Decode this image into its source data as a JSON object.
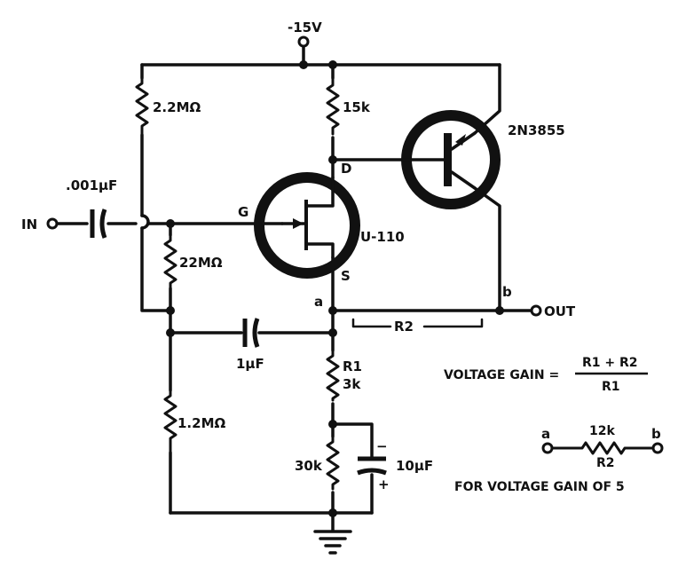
{
  "labels": {
    "supply": "-15V",
    "input": "IN",
    "output": "OUT",
    "c_in": ".001μF",
    "r_22m_top": "2.2MΩ",
    "r_22m": "22MΩ",
    "r_12m": "1.2MΩ",
    "c_1u": "1μF",
    "r_15k": "15k",
    "q_bjt": "2N3855",
    "q_fet": "U-110",
    "gate": "G",
    "drain": "D",
    "source": "S",
    "node_a": "a",
    "node_b": "b",
    "r2": "R2",
    "r1_name": "R1",
    "r1_val": "3k",
    "r_30k": "30k",
    "c_10u": "10μF",
    "cap_minus": "−",
    "cap_plus": "+"
  },
  "formula": {
    "prefix": "VOLTAGE GAIN =",
    "numerator": "R1 + R2",
    "denominator": "R1"
  },
  "example": {
    "node_a": "a",
    "node_b": "b",
    "value": "12k",
    "name": "R2",
    "caption": "FOR VOLTAGE GAIN OF 5"
  }
}
